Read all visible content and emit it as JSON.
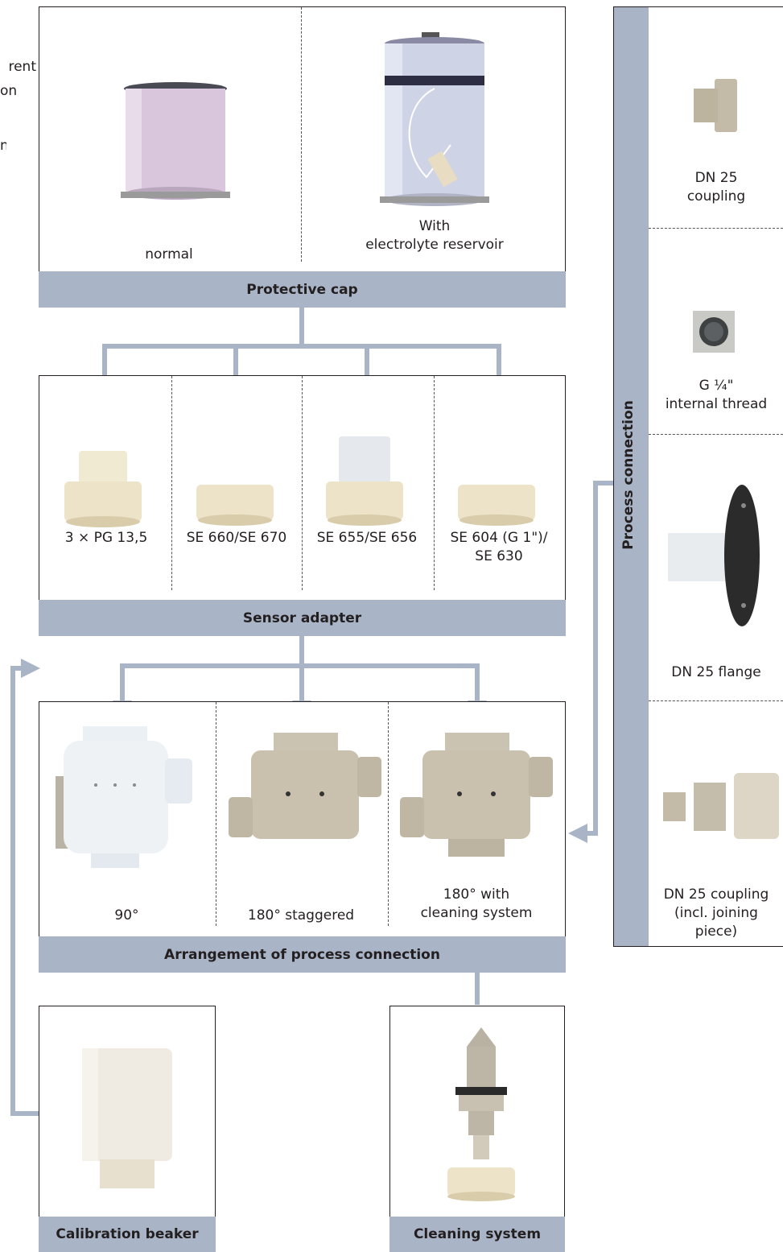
{
  "intro_fragments": [
    "rent",
    "on",
    "n"
  ],
  "protective_cap": {
    "title": "Protective cap",
    "items": [
      {
        "label": "normal"
      },
      {
        "label_line1": "With",
        "label_line2": "electrolyte reservoir"
      }
    ]
  },
  "sensor_adapter": {
    "title": "Sensor adapter",
    "items": [
      {
        "label": "3 × PG 13,5"
      },
      {
        "label": "SE 660/SE 670"
      },
      {
        "label": "SE 655/SE 656"
      },
      {
        "label_line1": "SE 604 (G 1\")/",
        "label_line2": "SE 630"
      }
    ]
  },
  "arrangement": {
    "title": "Arrangement of process connection",
    "items": [
      {
        "label": "90°"
      },
      {
        "label": "180° staggered"
      },
      {
        "label_line1": "180° with",
        "label_line2": "cleaning system"
      }
    ]
  },
  "calibration_beaker": {
    "title": "Calibration beaker"
  },
  "cleaning_system": {
    "title": "Cleaning system"
  },
  "process_connection": {
    "title": "Process connection",
    "items": [
      {
        "label_line1": "DN 25",
        "label_line2": "coupling"
      },
      {
        "label_line1": "G ¼\"",
        "label_line2": "internal thread"
      },
      {
        "label": "DN 25 flange"
      },
      {
        "label_line1": "DN 25 coupling",
        "label_line2": "(incl. joining",
        "label_line3": "piece)"
      }
    ]
  },
  "colors": {
    "bar": "#a9b5c6",
    "arrow": "#a9b5c6",
    "border": "#231f20"
  }
}
